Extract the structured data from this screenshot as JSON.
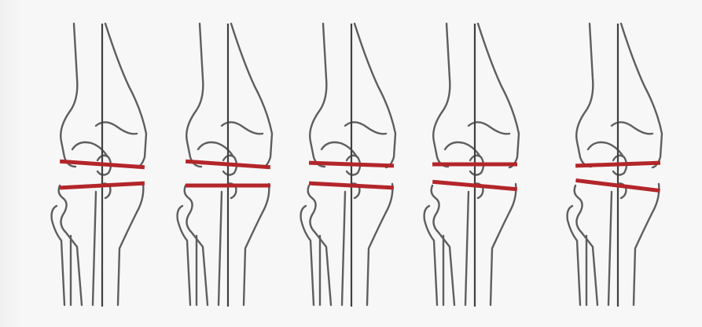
{
  "figure": {
    "knees": [
      {
        "femoral_cut_deg": 4,
        "tibial_cut_deg": -3
      },
      {
        "femoral_cut_deg": 4,
        "tibial_cut_deg": 0
      },
      {
        "femoral_cut_deg": 2,
        "tibial_cut_deg": 3
      },
      {
        "femoral_cut_deg": 0,
        "tibial_cut_deg": 5
      },
      {
        "femoral_cut_deg": -2,
        "tibial_cut_deg": 7
      }
    ],
    "colors": {
      "background": "#f7f7f7",
      "bone_outline": "#5e5e5e",
      "mechanical_axis": "#404040",
      "resection_line": "#b3262a"
    }
  }
}
